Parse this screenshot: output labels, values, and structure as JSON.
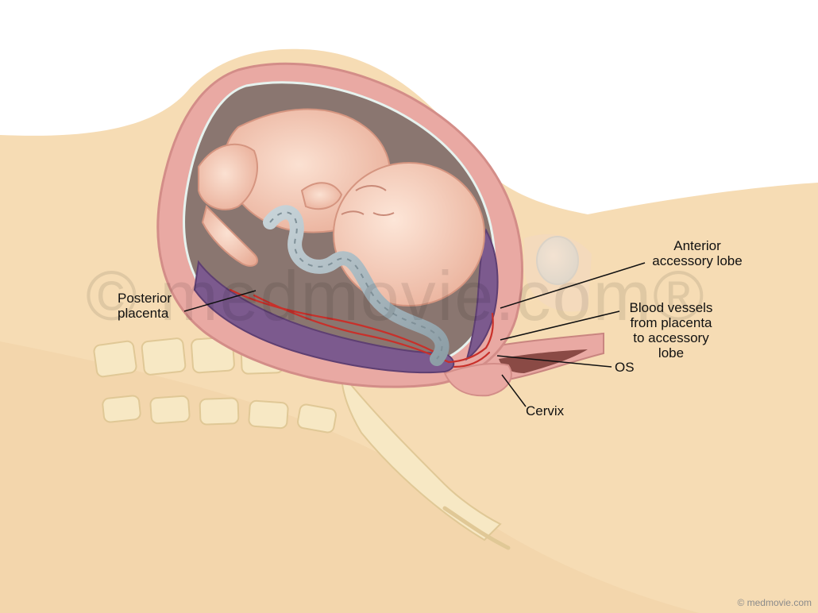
{
  "labels": {
    "posterior_placenta": [
      "Posterior",
      "placenta"
    ],
    "anterior_accessory_lobe": [
      "Anterior",
      "accessory lobe"
    ],
    "blood_vessels": [
      "Blood vessels",
      "from placenta",
      "to accessory",
      "lobe"
    ],
    "os": "OS",
    "cervix": "Cervix"
  },
  "watermark": "© medmovie.com®",
  "credit": "© medmovie.com",
  "colors": {
    "skin": "#f6dcb4",
    "skin_dark": "#e9c79a",
    "uterine_wall": "#e9a9a3",
    "amniotic_cavity": "#8a7670",
    "placenta": "#7c5a8e",
    "vessel": "#c8302a",
    "cord": "#a9b8bf",
    "fetus": "#f3c9b3",
    "bladder": "#cfe4ef",
    "bone": "#f7e8c4"
  }
}
